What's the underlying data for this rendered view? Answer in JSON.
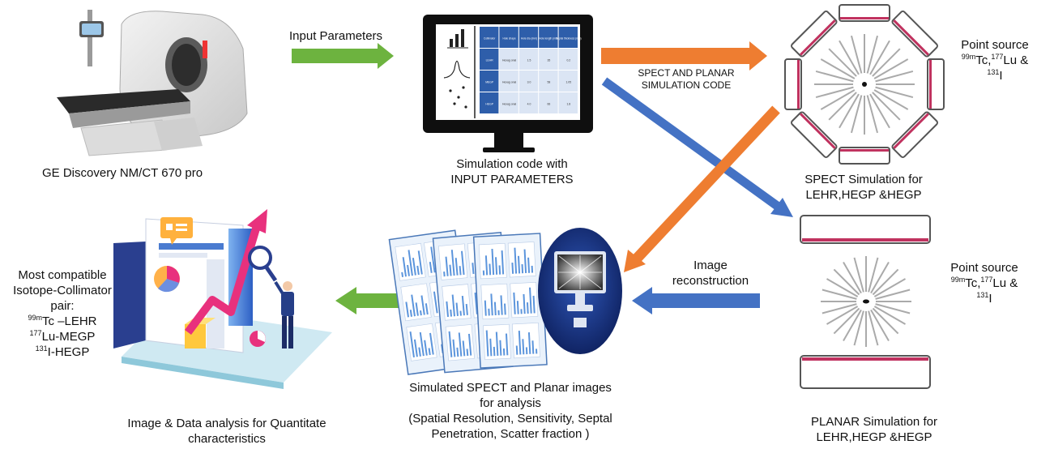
{
  "scanner": {
    "label": "GE Discovery NM/CT 670 pro"
  },
  "input_parameters": {
    "label": "Input Parameters"
  },
  "simulation_code": {
    "line1": "Simulation code with",
    "line2": "INPUT PARAMETERS"
  },
  "code_arrow": {
    "line1": "SPECT AND PLANAR",
    "line2": "SIMULATION CODE"
  },
  "spect": {
    "line1": "SPECT Simulation for",
    "line2": "LEHR,HEGP &HEGP"
  },
  "planar": {
    "line1": "PLANAR Simulation for",
    "line2": "LEHR,HEGP &HEGP"
  },
  "point_source": {
    "title": "Point source",
    "sup_a": "99m",
    "iso_a": "Tc,",
    "sup_b": "177",
    "iso_b": "Lu &",
    "sup_c": "131",
    "iso_c": "I"
  },
  "reconstruction": {
    "line1": "Image",
    "line2": "reconstruction"
  },
  "images": {
    "line1": "Simulated SPECT and Planar images",
    "line2": "for analysis",
    "line3": "(Spatial Resolution, Sensitivity, Septal",
    "line4": "Penetration, Scatter fraction )"
  },
  "analysis": {
    "line1": "Image & Data analysis for Quantitate",
    "line2": "characteristics"
  },
  "result": {
    "line1": "Most compatible",
    "line2": "Isotope-Collimator",
    "line3": "pair:",
    "p1_sup": "99m",
    "p1": "Tc –LEHR",
    "p2_sup": "177",
    "p2": "Lu-MEGP",
    "p3_sup": "131",
    "p3": "I-HEGP"
  },
  "table": {
    "header": [
      "Collimator",
      "Hole shape",
      "Hole dia (mm)",
      "Hole length (mm)",
      "Septal thickness (mm)"
    ],
    "rows": [
      [
        "LEHR",
        "Hexag onal",
        "1.5",
        "35",
        "0.2"
      ],
      [
        "MEGP",
        "Hexag onal",
        "3.0",
        "58",
        "1.05"
      ],
      [
        "HEGP",
        "Hexag onal",
        "4.0",
        "66",
        "1.8"
      ]
    ]
  },
  "colors": {
    "green_arrow": "#6db33f",
    "orange_arrow": "#ee7d31",
    "blue_arrow": "#4472c4",
    "table_header": "#2e5eaa",
    "detector_pink": "#c0325f"
  }
}
